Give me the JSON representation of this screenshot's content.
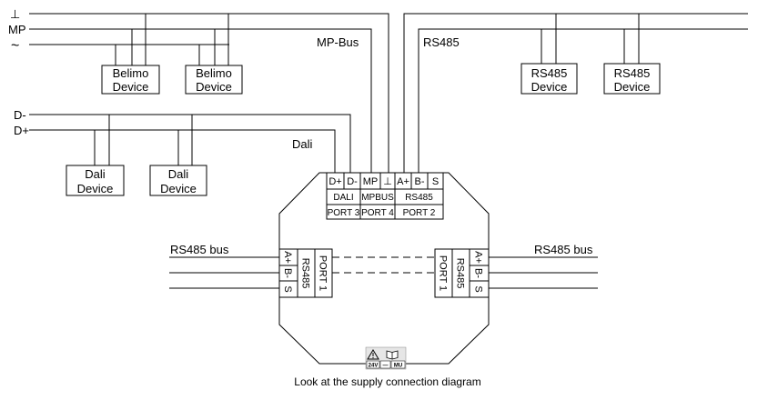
{
  "bus_labels": {
    "ground": "⊥",
    "mp": "MP",
    "ac": "~",
    "d_minus": "D-",
    "d_plus": "D+",
    "mp_bus": "MP-Bus",
    "rs485": "RS485",
    "dali": "Dali",
    "rs485_bus_left": "RS485 bus",
    "rs485_bus_right": "RS485 bus"
  },
  "devices": {
    "belimo_1": [
      "Belimo",
      "Device"
    ],
    "belimo_2": [
      "Belimo",
      "Device"
    ],
    "dali_1": [
      "Dali",
      "Device"
    ],
    "dali_2": [
      "Dali",
      "Device"
    ],
    "rs485_1": [
      "RS485",
      "Device"
    ],
    "rs485_2": [
      "RS485",
      "Device"
    ]
  },
  "top_terminals": [
    "D+",
    "D-",
    "MP",
    "⊥",
    "A+",
    "B-",
    "S"
  ],
  "top_groups": {
    "dali": "DALI",
    "mpbus": "MPBUS",
    "rs485": "RS485",
    "port3": "PORT 3",
    "port4": "PORT 4",
    "port2": "PORT 2"
  },
  "left_port": {
    "terminals": [
      "A+",
      "B-",
      "S"
    ],
    "protocol": "RS485",
    "port": "PORT 1"
  },
  "right_port": {
    "terminals": [
      "A+",
      "B-",
      "S"
    ],
    "protocol": "RS485",
    "port": "PORT 1"
  },
  "supply_badge": {
    "warning_icon": "warning-triangle-icon",
    "book_icon": "manual-book-icon",
    "v24": "24V",
    "dash": "—",
    "mu": "MU"
  },
  "caption": "Look at the supply connection diagram"
}
